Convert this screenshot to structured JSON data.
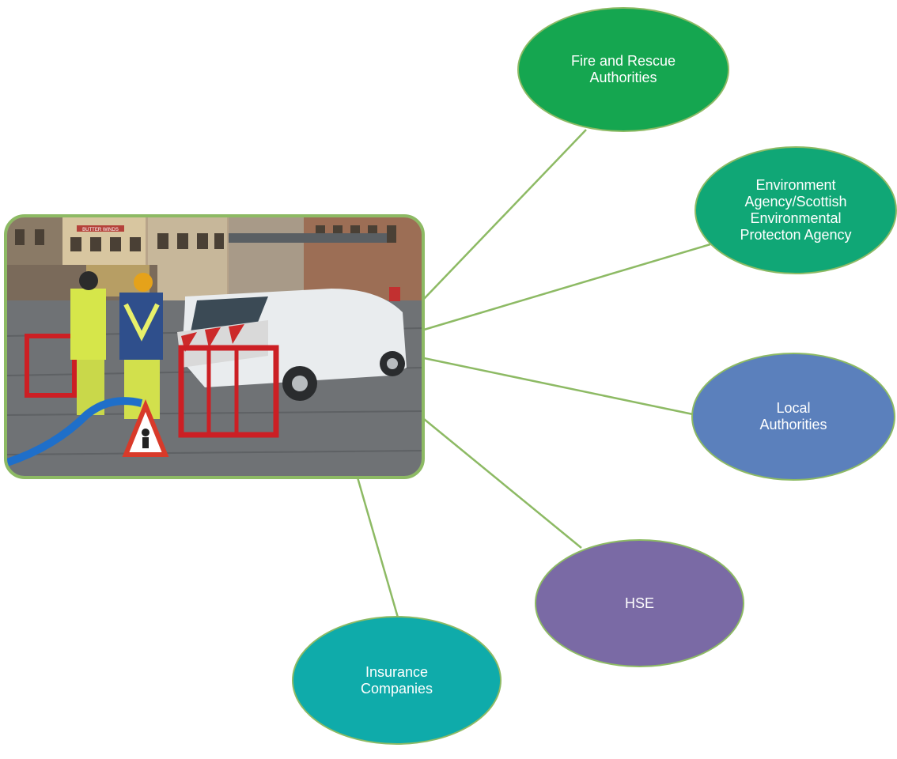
{
  "diagram": {
    "center_image": {
      "subject": "road-works-crew-with-van-photo",
      "sign_text": "BUTTER WINDS"
    },
    "nodes": [
      {
        "id": "fire",
        "label": "Fire and Rescue\nAuthorities",
        "color": "#15a650"
      },
      {
        "id": "env",
        "label": "Environment\nAgency/Scottish\nEnvironmental\nProtecton Agency",
        "color": "#10a776"
      },
      {
        "id": "local",
        "label": "Local\nAuthorities",
        "color": "#5b80bc"
      },
      {
        "id": "hse",
        "label": "HSE",
        "color": "#7a6aa5"
      },
      {
        "id": "insurance",
        "label": "Insurance\nCompanies",
        "color": "#0fabaa"
      }
    ],
    "connector_color": "#8dba64"
  }
}
